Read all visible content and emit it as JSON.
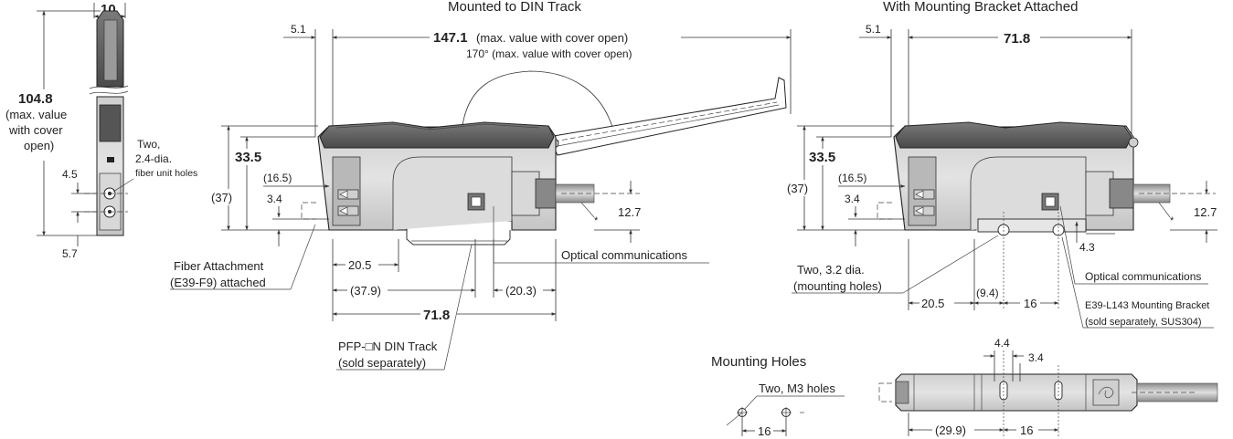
{
  "titles": {
    "din": "Mounted to DIN Track",
    "bracket": "With Mounting Bracket Attached",
    "holes": "Mounting Holes"
  },
  "side_view": {
    "width": "10",
    "height": "104.8",
    "height_note_1": "(max. value",
    "height_note_2": "with cover",
    "height_note_3": "open)",
    "holes_1": "Two,",
    "holes_2": "2.4-dia.",
    "holes_3": "fiber unit holes",
    "dim_45": "4.5",
    "dim_57": "5.7"
  },
  "din_view": {
    "dim_51": "5.1",
    "dim_1471": "147.1",
    "dim_1471_note": "(max. value with cover open)",
    "angle": "170°  (max. value with cover open)",
    "dim_335": "33.5",
    "dim_37": "(37)",
    "dim_165": "(16.5)",
    "dim_34": "3.4",
    "dim_127": "12.7",
    "dim_205": "20.5",
    "dim_379": "(37.9)",
    "dim_203": "(20.3)",
    "dim_718": "71.8",
    "optical": "Optical communications",
    "fiber_1": "Fiber Attachment",
    "fiber_2": "(E39-F9) attached",
    "track_1": "PFP-□N DIN Track",
    "track_2": "(sold separately)"
  },
  "bracket_view": {
    "dim_51": "5.1",
    "dim_718": "71.8",
    "dim_335": "33.5",
    "dim_37": "(37)",
    "dim_165": "(16.5)",
    "dim_34": "3.4",
    "dim_127": "12.7",
    "dim_43": "4.3",
    "holes_1": "Two, 3.2 dia.",
    "holes_2": "(mounting holes)",
    "dim_205": "20.5",
    "dim_94": "(9.4)",
    "dim_16": "16",
    "optical": "Optical communications",
    "bracket_1": "E39-L143 Mounting Bracket",
    "bracket_2": "(sold separately, SUS304)"
  },
  "holes_view": {
    "label": "Two, M3 holes",
    "dim_16": "16"
  },
  "bottom_view": {
    "dim_44": "4.4",
    "dim_34": "3.4",
    "dim_299": "(29.9)",
    "dim_16": "16"
  }
}
